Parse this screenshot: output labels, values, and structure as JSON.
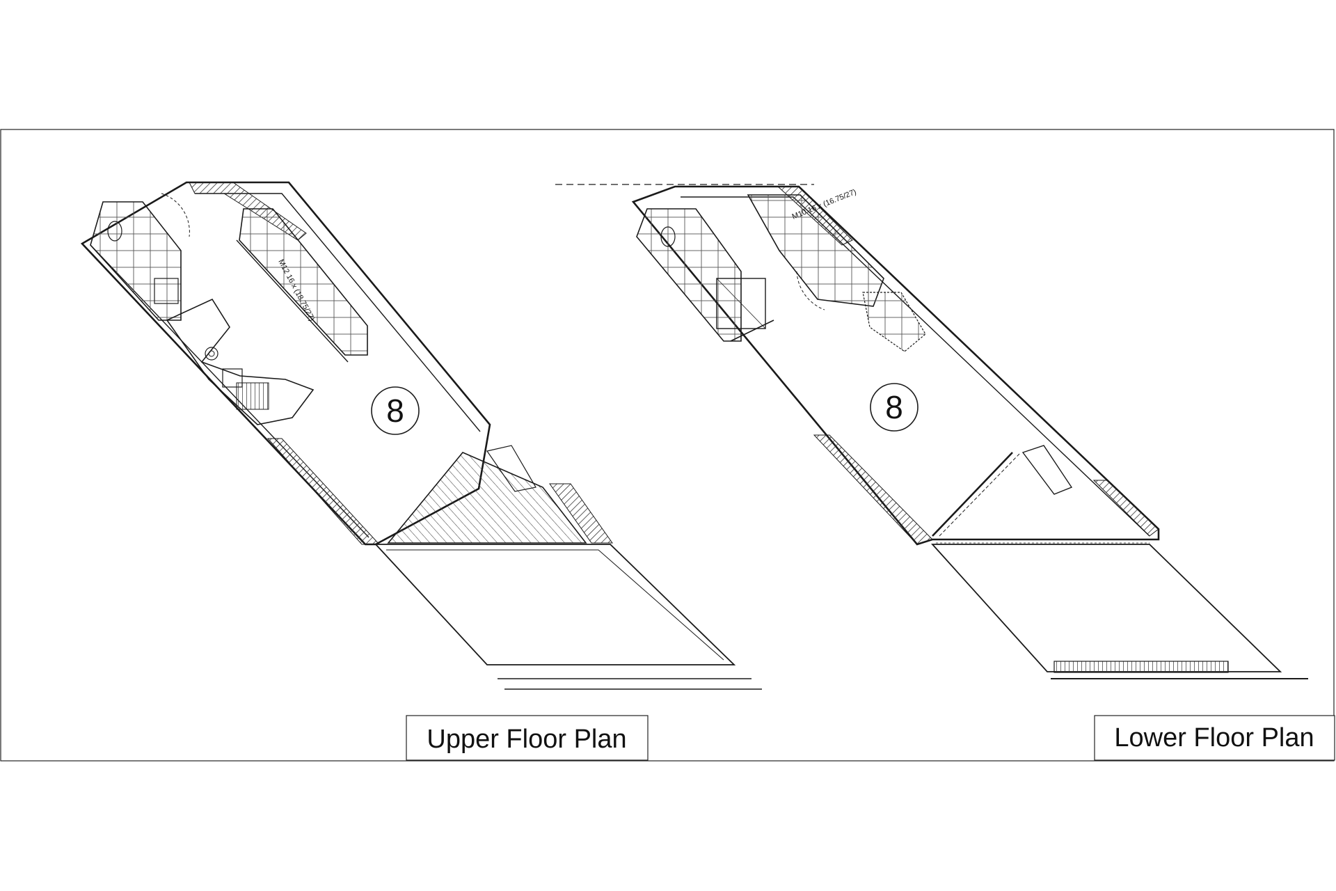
{
  "upper_plan": {
    "title": "Upper Floor Plan",
    "unit_number": "8",
    "stair_note": "M12 16 x (18.75/27)"
  },
  "lower_plan": {
    "title": "Lower Floor Plan",
    "unit_number": "8",
    "stair_note": "M10 16 x (16.75/27)"
  },
  "colors": {
    "line": "#1a1a1a",
    "paper": "#ffffff",
    "hatch": "#333333"
  }
}
